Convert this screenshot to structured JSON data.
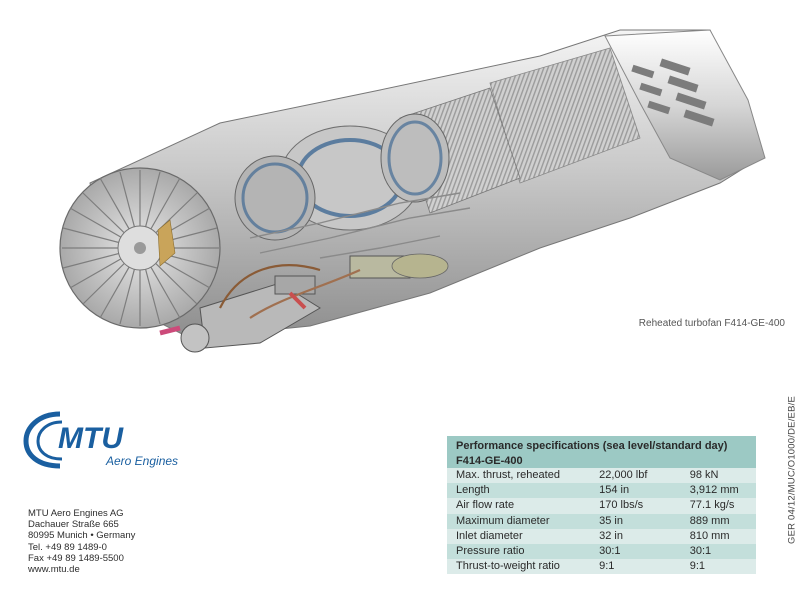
{
  "caption": "Reheated turbofan F414-GE-400",
  "logo": {
    "wordmark": "MTU",
    "subtitle": "Aero Engines"
  },
  "address": {
    "lines": [
      "MTU Aero Engines AG",
      "Dachauer Straße 665",
      "80995 Munich • Germany",
      "Tel. +49 89 1489-0",
      "Fax +49 89 1489-5500",
      "www.mtu.de"
    ]
  },
  "spec": {
    "title": "Performance specifications (sea level/standard day)",
    "model": "F414-GE-400",
    "rows": [
      {
        "label": "Max. thrust, reheated",
        "imperial": "22,000 lbf",
        "metric": "98 kN"
      },
      {
        "label": "Length",
        "imperial": "154 in",
        "metric": "3,912 mm"
      },
      {
        "label": "Air flow rate",
        "imperial": "170 lbs/s",
        "metric": "77.1 kg/s"
      },
      {
        "label": "Maximum diameter",
        "imperial": "35 in",
        "metric": "889 mm"
      },
      {
        "label": "Inlet diameter",
        "imperial": "32 in",
        "metric": "810 mm"
      },
      {
        "label": "Pressure ratio",
        "imperial": "30:1",
        "metric": "30:1"
      },
      {
        "label": "Thrust-to-weight ratio",
        "imperial": "9:1",
        "metric": "9:1"
      }
    ]
  },
  "side_code": "GER 04/12/MUC/O1000/DE/EB/E",
  "colors": {
    "table_header": "#9cc9c4",
    "row_light": "#dcebe9",
    "row_dark": "#c3dfdb",
    "logo_blue": "#1a5fa0"
  }
}
